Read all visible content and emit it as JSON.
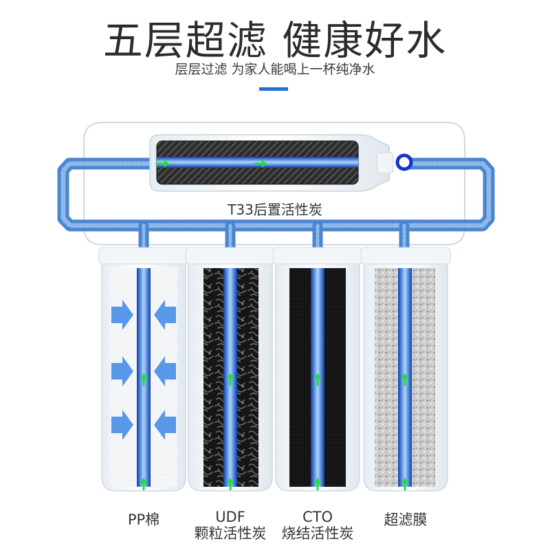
{
  "header": {
    "title": "五层超滤 健康好水",
    "subtitle": "层层过滤 为家人能喝上一杯纯净水"
  },
  "rear_filter": {
    "label": "T33后置活性炭"
  },
  "filters": [
    {
      "line1": "PP棉",
      "line2": ""
    },
    {
      "line1": "UDF",
      "line2": "颗粒活性炭"
    },
    {
      "line1": "CTO",
      "line2": "烧结活性炭"
    },
    {
      "line1": "超滤膜",
      "line2": ""
    }
  ],
  "colors": {
    "pipe": "#4a86cf",
    "accent": "#1f6fd6",
    "flow_arrow": "#22dd44",
    "core_blue": "#1e63d8"
  }
}
